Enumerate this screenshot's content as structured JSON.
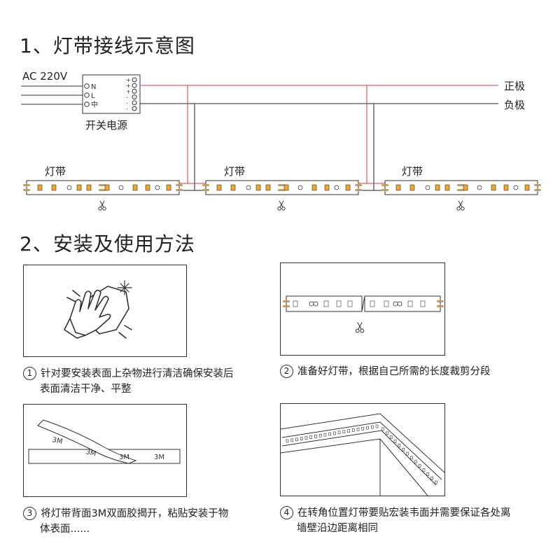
{
  "section1": {
    "title": "1、灯带接线示意图",
    "ac_label": "AC 220V",
    "psu_label": "开关电源",
    "psu_terminals": [
      "N",
      "L",
      "中"
    ],
    "psu_outputs": [
      "+",
      "+",
      "+",
      "-",
      "-",
      "-"
    ],
    "positive_label": "正极",
    "negative_label": "负极",
    "strip_labels": [
      "灯带",
      "灯带",
      "灯带"
    ],
    "colors": {
      "positive": "#e8303a",
      "negative": "#222222",
      "led": "#f5a623",
      "copper": "#c99a5a"
    }
  },
  "section2": {
    "title": "2、安装及使用方法",
    "steps": [
      {
        "num": "1",
        "text_line1": "针对要安装表面上杂物进行清洁确保安装后",
        "text_line2": "表面清洁干净、平整"
      },
      {
        "num": "2",
        "text_line1": "准备好灯带，根据自己所需的长度裁剪分段",
        "text_line2": ""
      },
      {
        "num": "3",
        "text_line1": "将灯带背面3M双面胶揭开，粘贴安装于物",
        "text_line2": "体表面......"
      },
      {
        "num": "4",
        "text_line1": "在转角位置灯带要贴宏装韦面并需要保证各处离",
        "text_line2": "墙壁沿边距离相同"
      }
    ],
    "tape_labels": [
      "3M",
      "3M",
      "3M",
      "3M"
    ]
  }
}
